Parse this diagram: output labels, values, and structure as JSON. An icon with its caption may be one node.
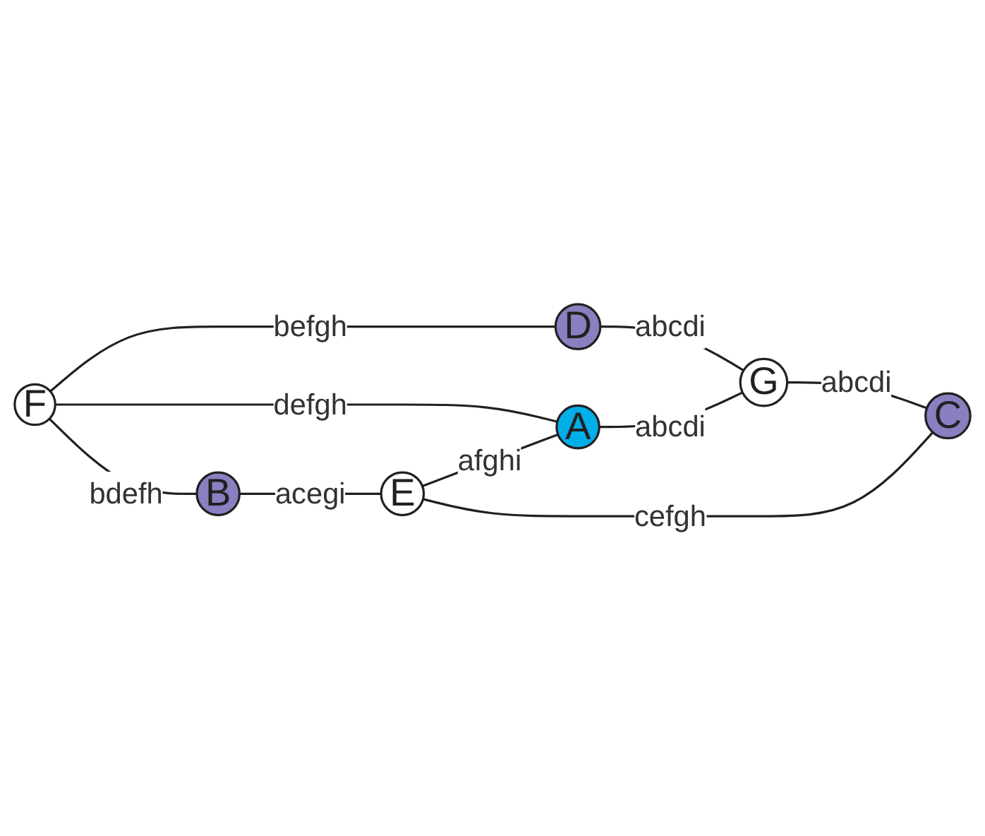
{
  "diagram": {
    "nodes": [
      {
        "text": [
          "F"
        ]
      },
      {
        "text": [
          "D"
        ]
      },
      {
        "text": [
          "B"
        ]
      },
      {
        "text": [
          "A"
        ]
      },
      {
        "text": [
          "G"
        ]
      },
      {
        "text": [
          "E"
        ]
      },
      {
        "text": [
          "C"
        ]
      }
    ],
    "edges": [
      {
        "from": 0,
        "to": 1,
        "arrow": "none",
        "label": "befgh"
      },
      {
        "from": 0,
        "to": 2,
        "arrow": "none",
        "label": "bdefh"
      },
      {
        "from": 0,
        "to": 3,
        "arrow": "none",
        "label": "defgh"
      },
      {
        "from": 1,
        "to": 4,
        "arrow": "none",
        "label": "abcdi"
      },
      {
        "from": 3,
        "to": 4,
        "arrow": "none",
        "label": "abcdi"
      },
      {
        "from": 2,
        "to": 5,
        "arrow": "none",
        "label": "acegi"
      },
      {
        "from": 5,
        "to": 3,
        "arrow": "none",
        "label": "afghi"
      },
      {
        "from": 4,
        "to": 6,
        "arrow": "none",
        "label": "abcdi"
      },
      {
        "from": 5,
        "to": 6,
        "arrow": "none",
        "label": "cefgh"
      }
    ]
  }
}
